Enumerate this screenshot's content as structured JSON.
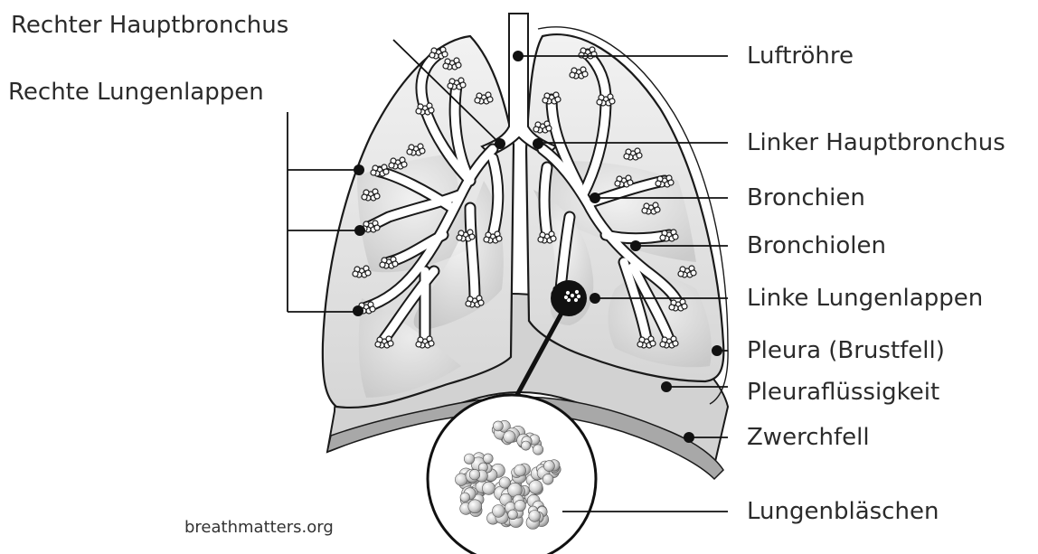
{
  "labels": {
    "right_main_bronchus": "Rechter Hauptbronchus",
    "right_lobes": "Rechte Lungenlappen",
    "trachea": "Luftröhre",
    "left_main_bronchus": "Linker Hauptbronchus",
    "bronchi": "Bronchien",
    "bronchioles": "Bronchiolen",
    "left_lobes": "Linke Lungenlappen",
    "pleura": "Pleura (Brustfell)",
    "pleural_fluid": "Pleuraflüssigkeit",
    "diaphragm": "Zwerchfell",
    "alveoli": "Lungenbläschen"
  },
  "credit": "breathmatters.org",
  "colors": {
    "outline": "#1a1a1a",
    "lung_fill": "#e6e6e6",
    "lung_light": "#f3f3f3",
    "lobe_shadow": "#c9c9c9",
    "diaphragm": "#b5b5b5",
    "diaphragm_light": "#d8d8d8",
    "airway": "#ffffff",
    "leader": "#111111",
    "alveolus": "#d0d0d0"
  }
}
